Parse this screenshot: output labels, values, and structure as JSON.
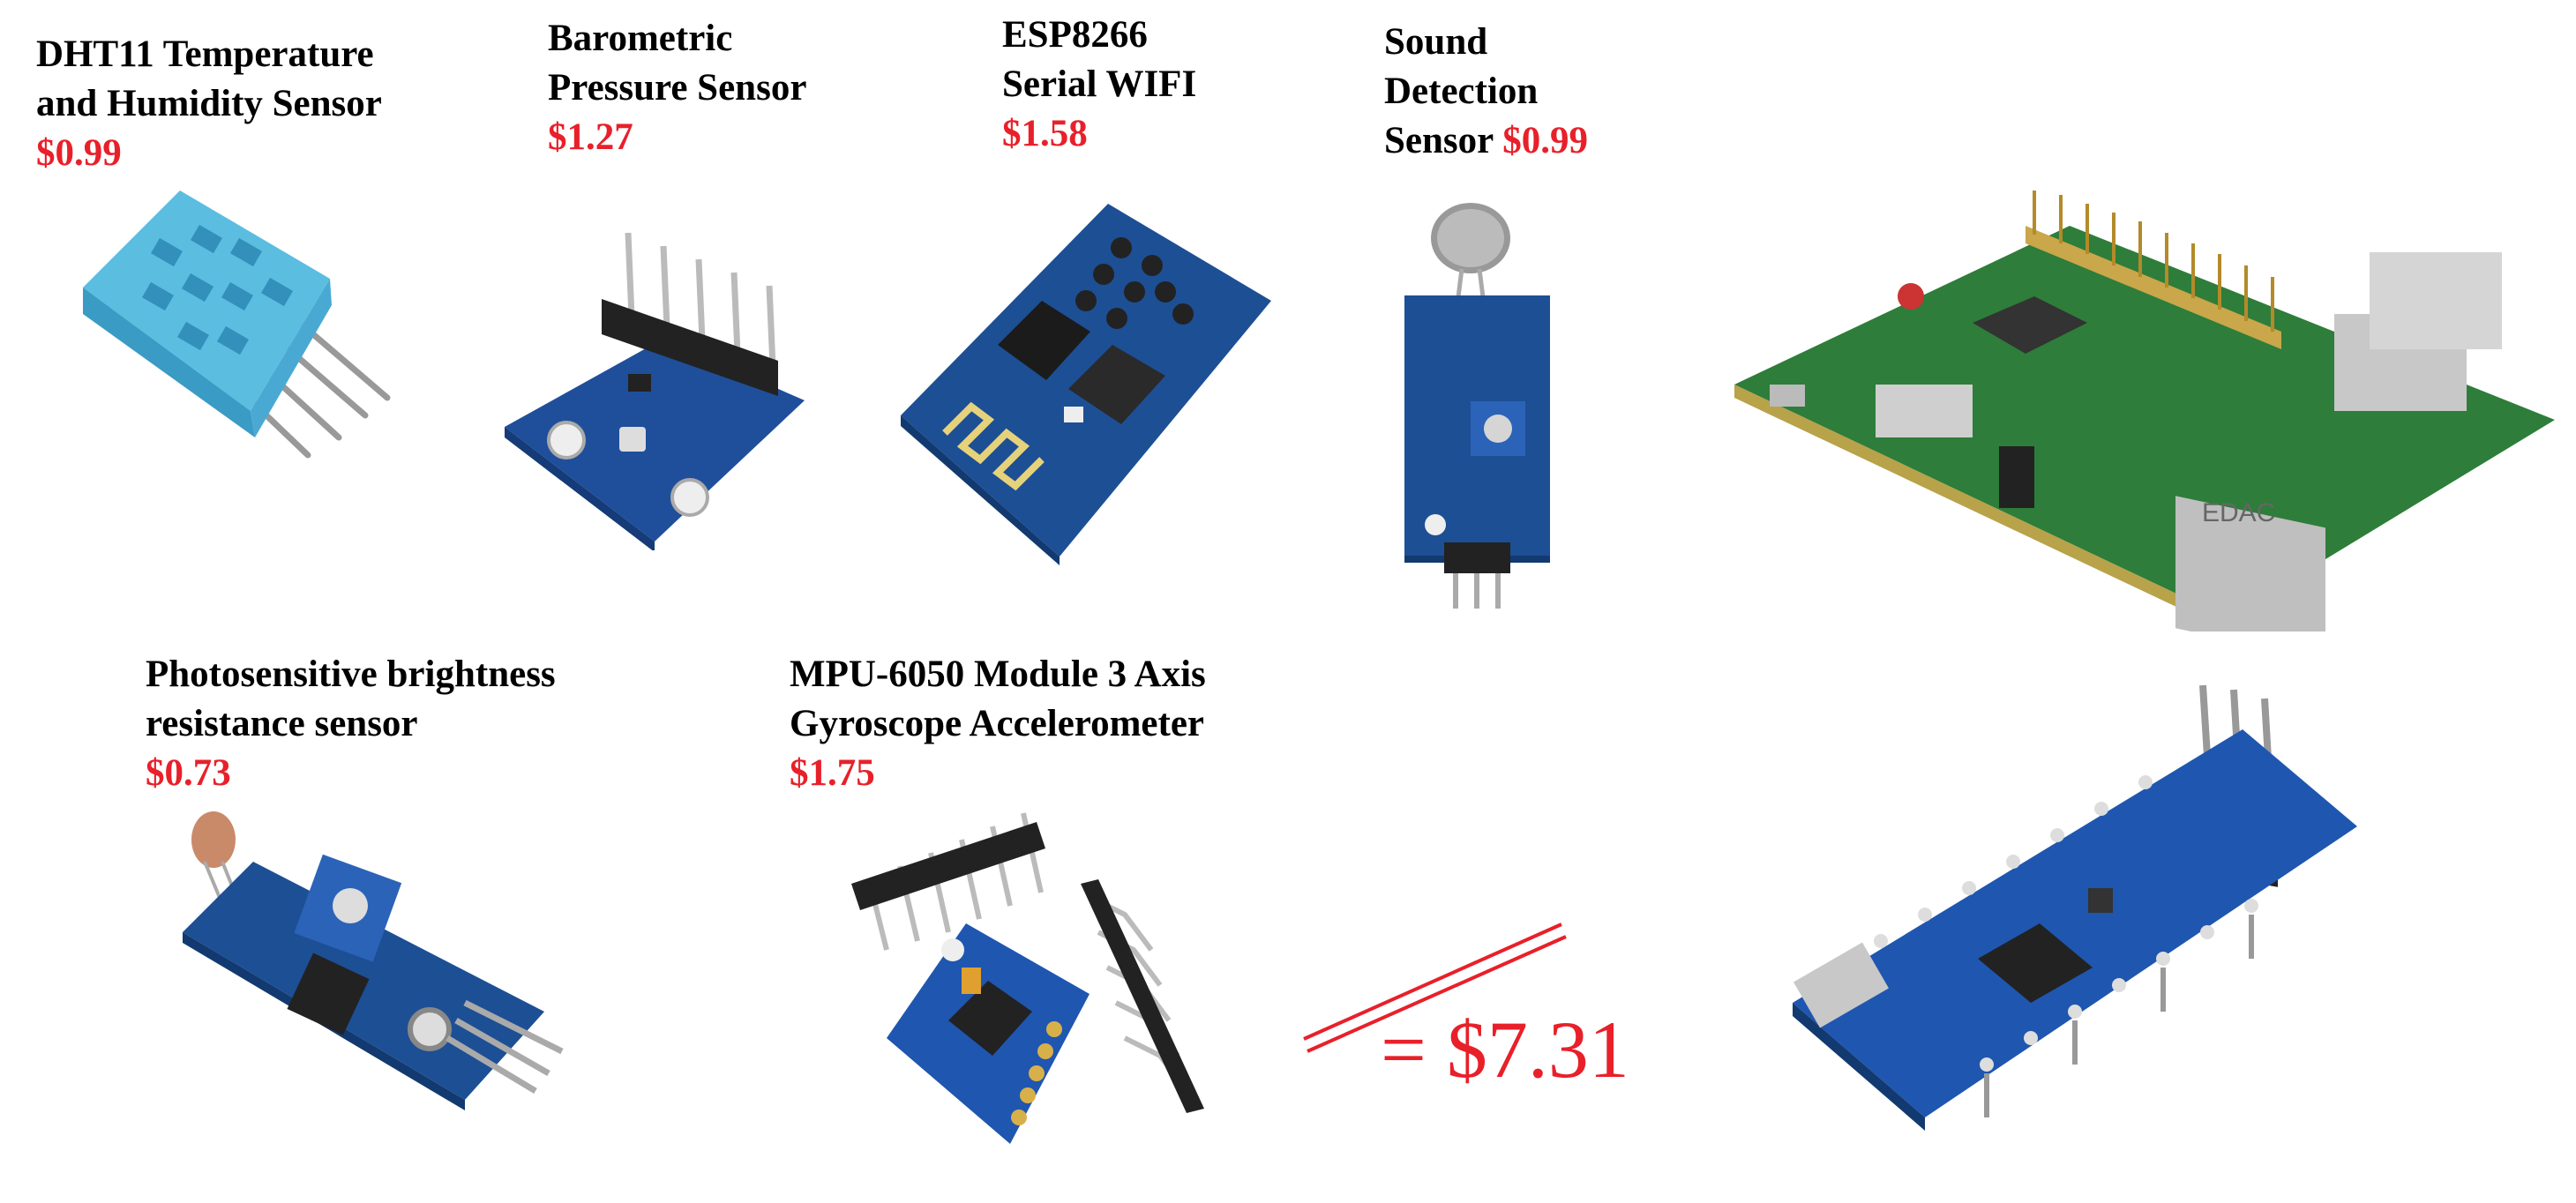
{
  "products": [
    {
      "name_lines": [
        "DHT11 Temperature",
        "and Humidity Sensor"
      ],
      "price": "$0.99"
    },
    {
      "name_lines": [
        "Barometric",
        "Pressure Sensor"
      ],
      "price": "$1.27"
    },
    {
      "name_lines": [
        "ESP8266",
        "Serial WIFI"
      ],
      "price": "$1.58"
    },
    {
      "name_lines": [
        "Sound",
        "Detection",
        "Sensor"
      ],
      "price": "$0.99"
    },
    {
      "name_lines": [
        "Photosensitive brightness",
        "resistance sensor"
      ],
      "price": "$0.73"
    },
    {
      "name_lines": [
        "MPU-6050 Module 3 Axis",
        "Gyroscope Accelerometer"
      ],
      "price": "$1.75"
    }
  ],
  "total": {
    "equals": "=",
    "amount": "$7.31"
  },
  "colors": {
    "price": "#e8202a",
    "pcb_blue": "#1f4f9a",
    "sensor_blue": "#5bbde0",
    "rpi_green": "#2e7d3a"
  }
}
